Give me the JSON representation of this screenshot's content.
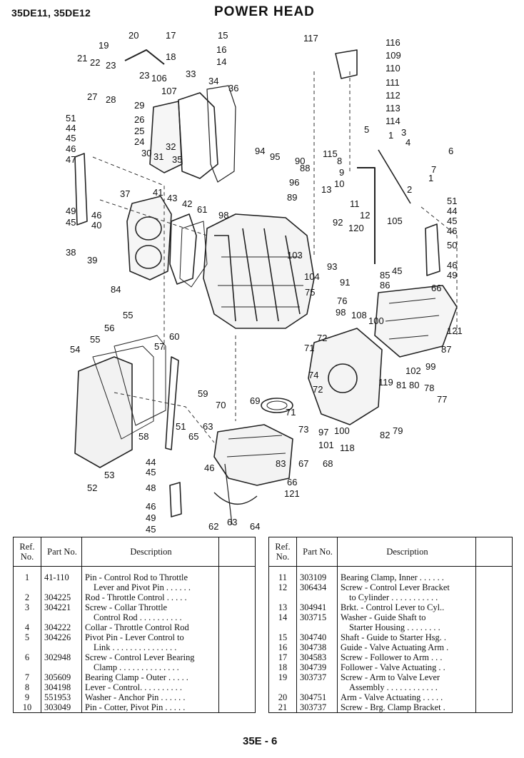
{
  "header": {
    "models": "35DE11, 35DE12",
    "title": "POWER HEAD"
  },
  "diagram": {
    "callouts": [
      "1",
      "2",
      "3",
      "4",
      "5",
      "6",
      "7",
      "8",
      "9",
      "10",
      "11",
      "12",
      "13",
      "14",
      "15",
      "16",
      "17",
      "18",
      "19",
      "20",
      "21",
      "22",
      "23",
      "24",
      "25",
      "26",
      "27",
      "28",
      "29",
      "30",
      "31",
      "32",
      "33",
      "34",
      "35",
      "36",
      "37",
      "38",
      "39",
      "40",
      "41",
      "42",
      "43",
      "44",
      "45",
      "46",
      "47",
      "48",
      "49",
      "50",
      "51",
      "52",
      "53",
      "54",
      "55",
      "56",
      "57",
      "58",
      "59",
      "60",
      "61",
      "62",
      "63",
      "64",
      "65",
      "66",
      "67",
      "68",
      "69",
      "70",
      "71",
      "72",
      "73",
      "74",
      "75",
      "76",
      "77",
      "78",
      "79",
      "80",
      "81",
      "82",
      "83",
      "84",
      "85",
      "86",
      "87",
      "88",
      "89",
      "90",
      "91",
      "92",
      "93",
      "94",
      "95",
      "96",
      "97",
      "98",
      "99",
      "100",
      "101",
      "102",
      "103",
      "104",
      "105",
      "106",
      "107",
      "108",
      "109",
      "110",
      "111",
      "112",
      "113",
      "114",
      "115",
      "116",
      "117",
      "118",
      "119",
      "120",
      "121"
    ]
  },
  "table": {
    "headers": {
      "ref": "Ref. No.",
      "part": "Part No.",
      "desc": "Description"
    },
    "left": [
      {
        "ref": "1",
        "part": "41-110",
        "desc": "Pin - Control Rod to Throttle"
      },
      {
        "ref": "",
        "part": "",
        "desc": "Lever and Pivot Pin . . . . . ."
      },
      {
        "ref": "2",
        "part": "304225",
        "desc": "Rod - Throttle Control . . . . ."
      },
      {
        "ref": "3",
        "part": "304221",
        "desc": "Screw - Collar Throttle"
      },
      {
        "ref": "",
        "part": "",
        "desc": "Control Rod . . . . . . . . . ."
      },
      {
        "ref": "4",
        "part": "304222",
        "desc": "Collar - Throttle Control Rod"
      },
      {
        "ref": "5",
        "part": "304226",
        "desc": "Pivot Pin - Lever Control to"
      },
      {
        "ref": "",
        "part": "",
        "desc": "Link . . . . . . . . . . . . . . ."
      },
      {
        "ref": "6",
        "part": "302948",
        "desc": "Screw - Control Lever Bearing"
      },
      {
        "ref": "",
        "part": "",
        "desc": "Clamp . . . . . . . . . . . . . ."
      },
      {
        "ref": "7",
        "part": "305609",
        "desc": "Bearing Clamp - Outer . . . . ."
      },
      {
        "ref": "8",
        "part": "304198",
        "desc": "Lever - Control. . . . . . . . . ."
      },
      {
        "ref": "9",
        "part": "551953",
        "desc": "Washer - Anchor Pin . . . . . ."
      },
      {
        "ref": "10",
        "part": "303049",
        "desc": "Pin - Cotter, Pivot Pin . . . . ."
      }
    ],
    "right": [
      {
        "ref": "11",
        "part": "303109",
        "desc": "Bearing Clamp, Inner . . . . . ."
      },
      {
        "ref": "12",
        "part": "306434",
        "desc": "Screw - Control Lever Bracket"
      },
      {
        "ref": "",
        "part": "",
        "desc": "to Cylinder . . . . . . . . . . ."
      },
      {
        "ref": "13",
        "part": "304941",
        "desc": "Brkt. - Control Lever to Cyl.."
      },
      {
        "ref": "14",
        "part": "303715",
        "desc": "Washer - Guide Shaft to"
      },
      {
        "ref": "",
        "part": "",
        "desc": "Starter Housing . . . . . . . ."
      },
      {
        "ref": "15",
        "part": "304740",
        "desc": "Shaft - Guide to Starter Hsg. ."
      },
      {
        "ref": "16",
        "part": "304738",
        "desc": "Guide - Valve Actuating Arm ."
      },
      {
        "ref": "17",
        "part": "304583",
        "desc": "Screw - Follower to Arm . . ."
      },
      {
        "ref": "18",
        "part": "304739",
        "desc": "Follower - Valve Actuating . ."
      },
      {
        "ref": "19",
        "part": "303737",
        "desc": "Screw - Arm to Valve Lever"
      },
      {
        "ref": "",
        "part": "",
        "desc": "Assembly . . . . . . . . . . . ."
      },
      {
        "ref": "20",
        "part": "304751",
        "desc": "Arm - Valve Actuating . . . . ."
      },
      {
        "ref": "21",
        "part": "303737",
        "desc": "Screw - Brg. Clamp Bracket ."
      }
    ]
  },
  "footer": {
    "page": "35E - 6"
  }
}
